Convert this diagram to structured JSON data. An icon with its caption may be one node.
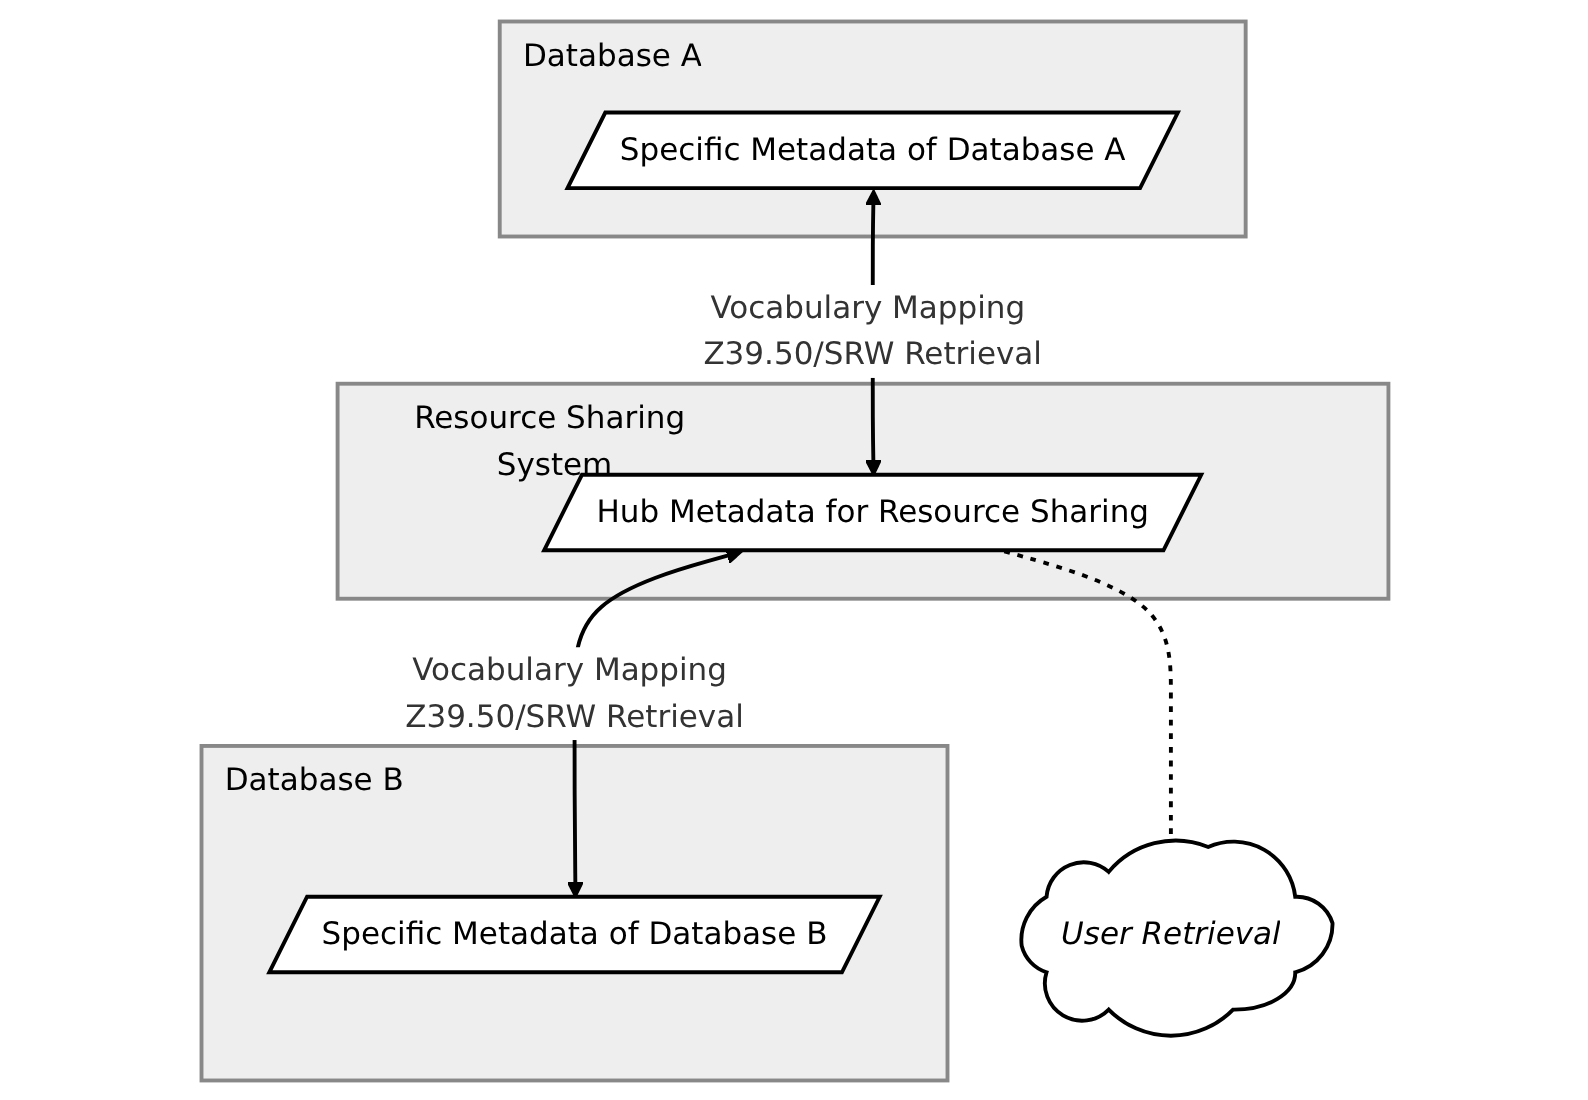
{
  "diagram": {
    "nodes": [
      {
        "text": [
          "Database A"
        ]
      },
      {
        "text": [
          "Specific Metadata of Database A"
        ],
        "in": 0
      },
      {
        "text": [
          "Resource Sharing System"
        ]
      },
      {
        "text": [
          "Hub Metadata for Resource Sharing"
        ],
        "in": 2
      },
      {
        "text": [
          "Database B"
        ]
      },
      {
        "text": [
          "Specific Metadata of Database B"
        ],
        "in": 4
      },
      {
        "text": [
          "User Retrieval"
        ]
      }
    ],
    "edges": [
      {
        "from": 1,
        "to": 3,
        "arrow": "both",
        "label": "Vocabulary Mapping Z39.50/SRW Retrieval"
      },
      {
        "from": 3,
        "to": 5,
        "arrow": "both",
        "label": "Vocabulary Mapping Z39.50/SRW Retrieval"
      },
      {
        "from": 3,
        "to": 6,
        "arrow": "none",
        "style": "dashed"
      }
    ]
  }
}
